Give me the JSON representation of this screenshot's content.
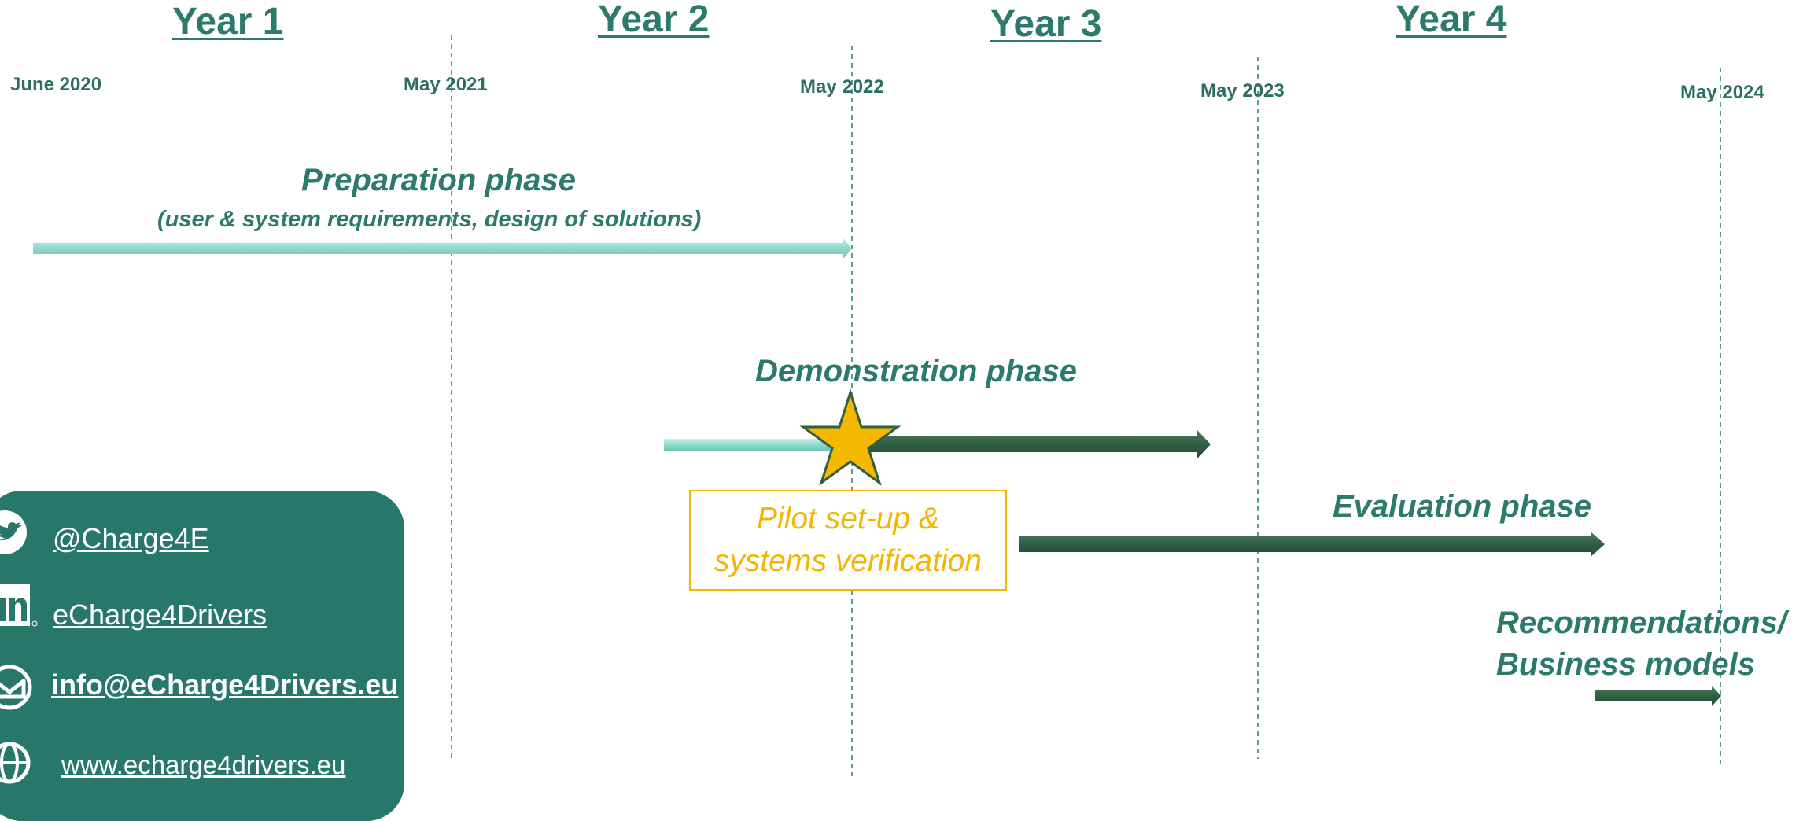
{
  "years": [
    "Year 1",
    "Year 2",
    "Year 3",
    "Year 4"
  ],
  "milestones": [
    "June 2020",
    "May 2021",
    "May 2022",
    "May 2023",
    "May 2024"
  ],
  "phases": {
    "preparation": {
      "title": "Preparation phase",
      "subtitle": "(user & system requirements, design of solutions)"
    },
    "demonstration": {
      "title": "Demonstration phase"
    },
    "pilot": {
      "line1": "Pilot set-up &",
      "line2": "systems verification"
    },
    "evaluation": {
      "title": "Evaluation phase"
    },
    "recommendations": {
      "line1": "Recommendations/",
      "line2": "Business models"
    }
  },
  "contact": {
    "twitter": "@Charge4E",
    "linkedin": "eCharge4Drivers",
    "email": "info@eCharge4Drivers.eu",
    "website": "www.echarge4drivers.eu"
  },
  "icons": [
    "twitter-icon",
    "linkedin-icon",
    "email-icon",
    "globe-icon",
    "milestone-star-icon"
  ],
  "colors": {
    "primary_teal": "#2b7a6b",
    "light_teal": "#8fd9cc",
    "dark_green": "#2f5f42",
    "pilot_yellow": "#f2b600",
    "star_fill": "#f5b800",
    "contact_panel": "#27786b"
  }
}
